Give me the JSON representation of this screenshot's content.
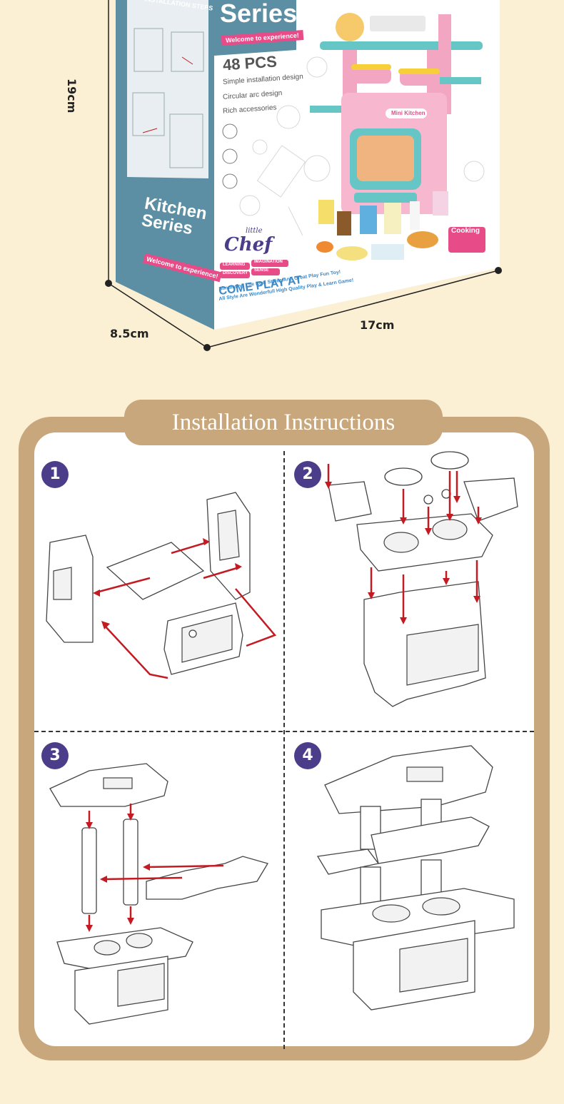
{
  "box": {
    "dimensions": {
      "height": "19cm",
      "depth": "8.5cm",
      "width": "17cm"
    },
    "brand_series": "Series",
    "side_title": "Kitchen Series",
    "side_tagline": "Welcome to experience!",
    "installation_steps_label": "INSTALLATION STEPS",
    "front_tagline": "Welcome to experience!",
    "pieces": "48 PCS",
    "features": [
      "Simple installation design",
      "Circular arc design",
      "Rich accessories"
    ],
    "logo_small": "little",
    "logo_big": "Chef",
    "learning_tags": [
      "LEARNING",
      "IMAGINATION",
      "DISCOVERY",
      "SENSE"
    ],
    "slogan": "COME PLAY AT",
    "subslogan_1": "Simulating The Real Styles And Great Play Fun Toy!",
    "subslogan_2": "All Style Are Wonderfull High Quality Play & Learn Game!",
    "cooking_badge": "Cooking",
    "kitchen_label": "Mini Kitchen"
  },
  "instructions": {
    "title": "Installation Instructions",
    "steps": [
      "1",
      "2",
      "3",
      "4"
    ]
  },
  "colors": {
    "background": "#fbefd4",
    "frame": "#c8a77c",
    "badge": "#4c3d8a",
    "arrow": "#c41a22",
    "box_teal": "#5c8fa3",
    "toy_pink": "#f2a6c2",
    "toy_teal": "#66c6c6"
  }
}
